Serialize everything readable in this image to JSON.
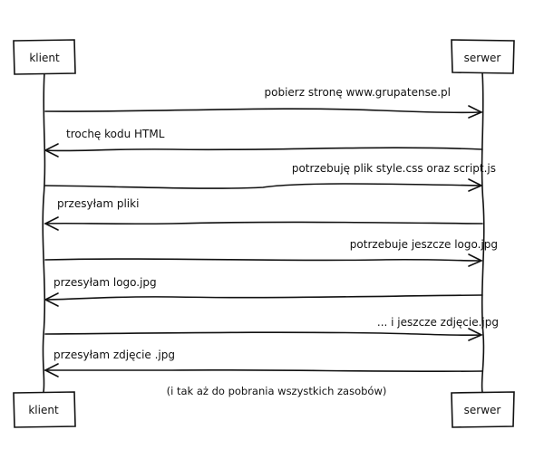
{
  "participants": {
    "client": "klient",
    "server": "serwer"
  },
  "messages": [
    {
      "text": "pobierz stronę www.grupatense.pl",
      "direction": "to-server"
    },
    {
      "text": "trochę kodu HTML",
      "direction": "to-client"
    },
    {
      "text": "potrzebuję plik style.css oraz script.js",
      "direction": "to-server"
    },
    {
      "text": "przesyłam pliki",
      "direction": "to-client"
    },
    {
      "text": "potrzebuje jeszcze logo.jpg",
      "direction": "to-server"
    },
    {
      "text": "przesyłam logo.jpg",
      "direction": "to-client"
    },
    {
      "text": "... i jeszcze zdjęcie.jpg",
      "direction": "to-server"
    },
    {
      "text": "przesyłam zdjęcie .jpg",
      "direction": "to-client"
    }
  ],
  "footer_note": "(i tak aż do pobrania wszystkich zasobów)"
}
